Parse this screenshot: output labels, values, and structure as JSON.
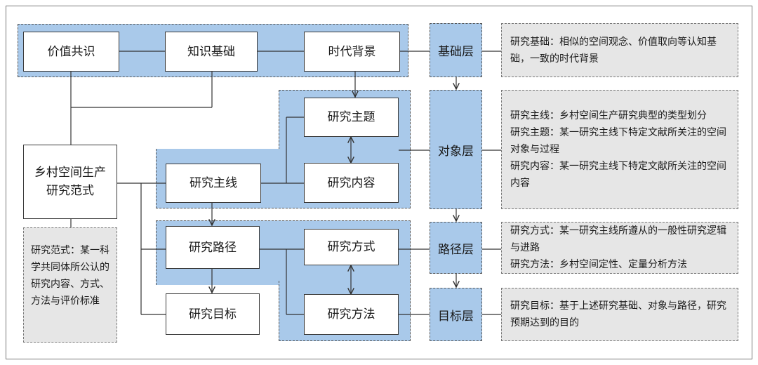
{
  "boxes": {
    "consensus": "价值共识",
    "knowledge": "知识基础",
    "era": "时代背景",
    "paradigm_line1": "乡村空间生产",
    "paradigm_line2": "研究范式",
    "theme": "研究主题",
    "mainline": "研究主线",
    "content": "研究内容",
    "path": "研究路径",
    "mode": "研究方式",
    "goal": "研究目标",
    "method": "研究方法"
  },
  "layers": {
    "base": "基础层",
    "object": "对象层",
    "path": "路径层",
    "goal": "目标层"
  },
  "notes": {
    "paradigm": "研究范式：某一科学共同体所公认的研究内容、方式、方法与评价标准",
    "base": "研究基础：相似的空间观念、价值取向等认知基础，一致的时代背景",
    "object": [
      "研究主线：乡村空间生产研究典型的类型划分",
      "研究主题：某一研究主线下特定文献所关注的空间对象与过程",
      "研究内容：某一研究主线下特定文献所关注的空间内容"
    ],
    "path": [
      "研究方式：某一研究主线所遵从的一般性研究逻辑与进路",
      "研究方法：乡村空间定性、定量分析方法"
    ],
    "goal": "研究目标：基于上述研究基础、对象与路径，研究预期达到的目的"
  }
}
